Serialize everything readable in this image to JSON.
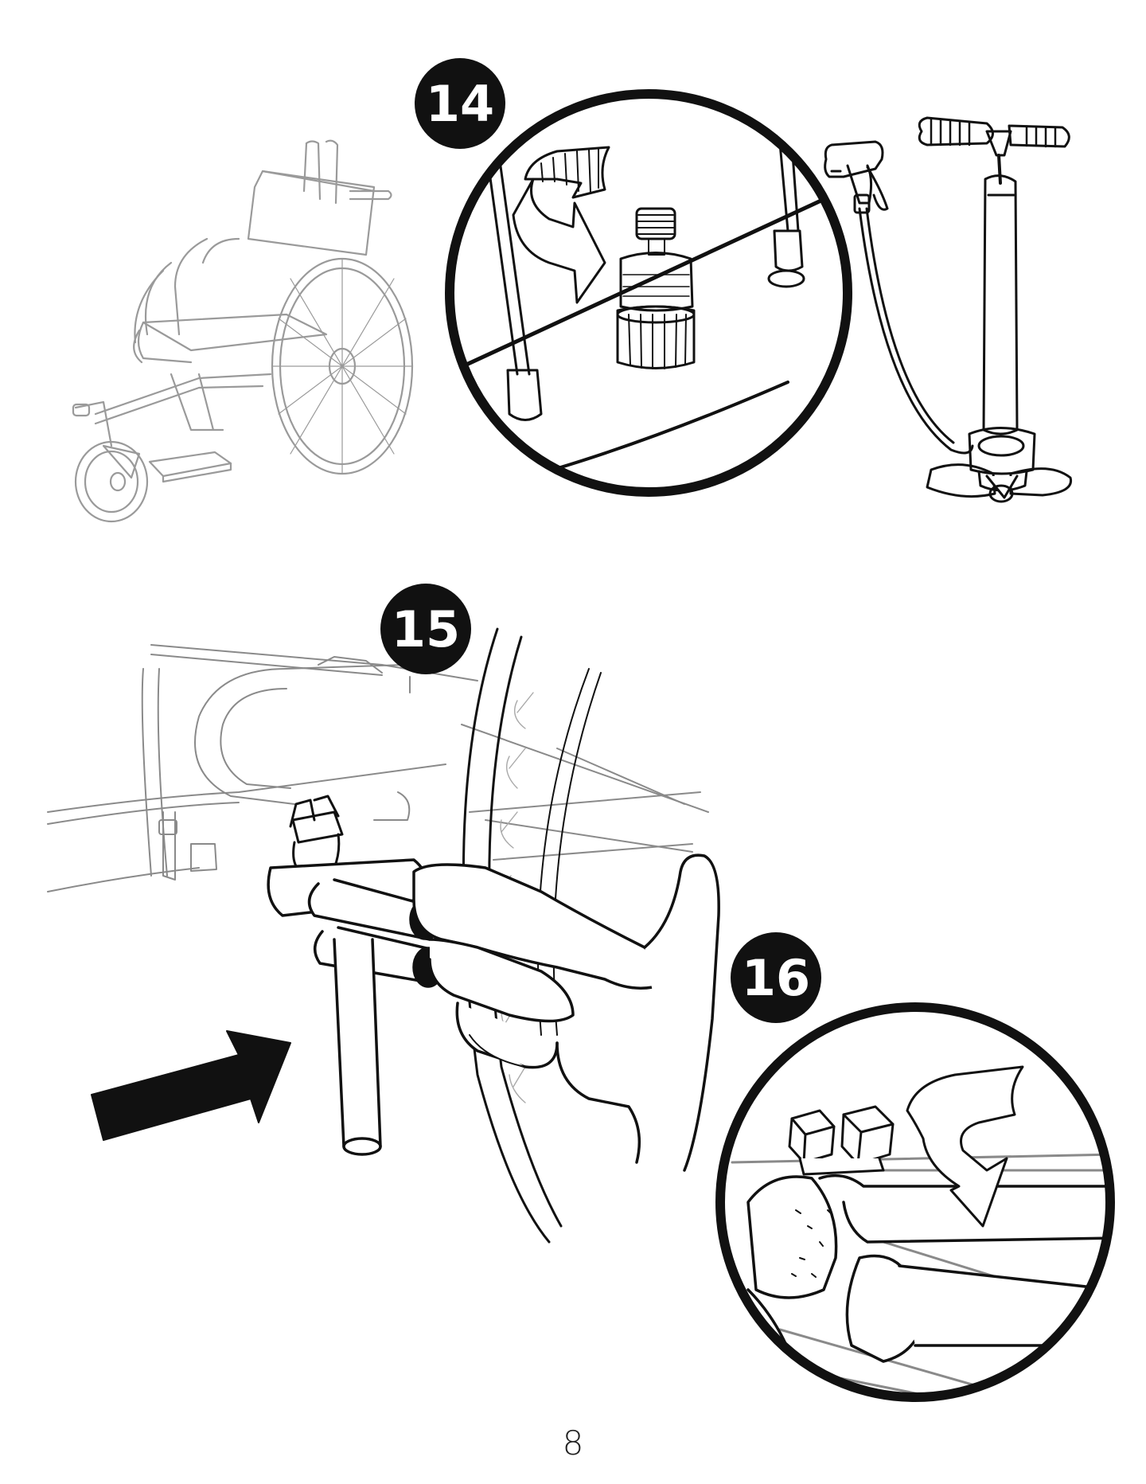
{
  "steps": [
    {
      "number": "14"
    },
    {
      "number": "15"
    },
    {
      "number": "16"
    }
  ],
  "page_number": "8",
  "colors": {
    "ink": "#111111",
    "light_ink": "#9a9a9a",
    "badge_fill": "#111111",
    "badge_text": "#ffffff"
  },
  "icons": [
    "wheelchair-illustration",
    "tire-valve-icon",
    "rotate-arrow-icon",
    "floor-pump-icon",
    "push-arrow-icon",
    "clamp-bolt-icon"
  ]
}
